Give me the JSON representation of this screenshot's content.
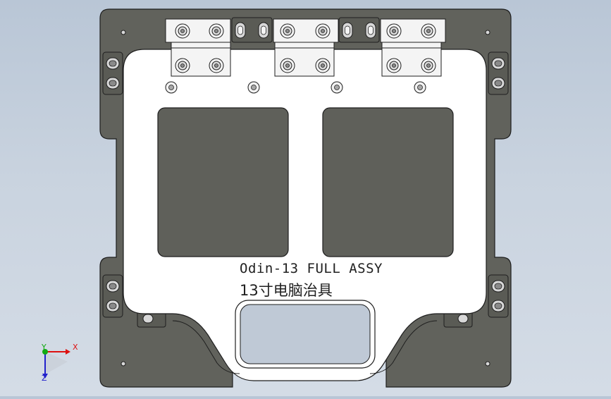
{
  "viewport": {
    "part_label": "Odin-13 FULL ASSY",
    "part_label_cn": "13寸电脑治具"
  },
  "triad": {
    "x_label": "X",
    "y_label": "Y",
    "z_label": "Z"
  },
  "colors": {
    "background_top": "#b9c6d6",
    "base_plate": "#61625c",
    "top_plate": "#ffffff",
    "window_fill": "#5f605a",
    "edge": "#1e1e1e"
  }
}
